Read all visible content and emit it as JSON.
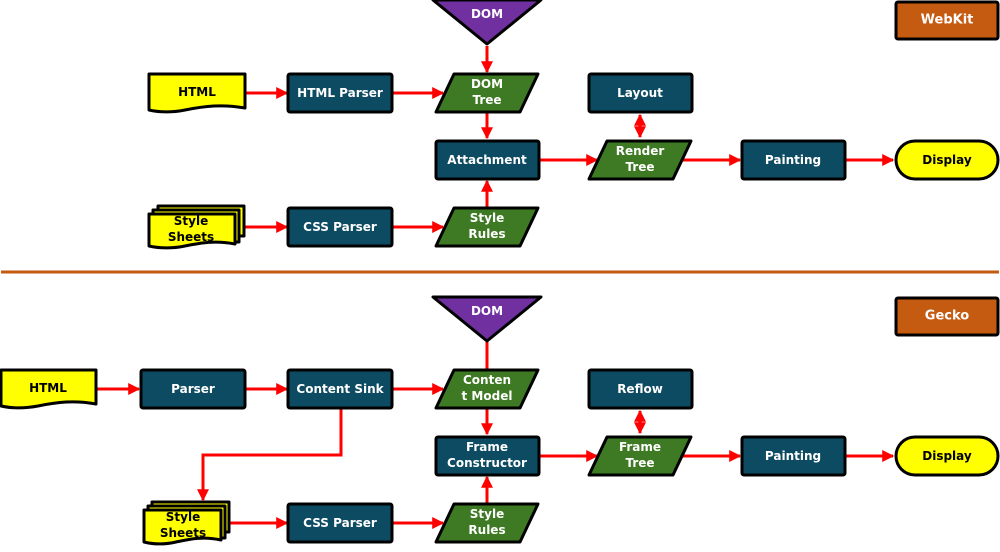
{
  "colors": {
    "process": "#0d4b63",
    "data": "#3e7a23",
    "document": "#ffff00",
    "terminal": "#ffff00",
    "merge": "#7030a0",
    "badge": "#c55a11",
    "divider": "#c55a11",
    "arrow": "#ff0000"
  },
  "webkit": {
    "badge": "WebKit",
    "dom": "DOM",
    "html": "HTML",
    "html_parser": "HTML Parser",
    "dom_tree": [
      "DOM",
      "Tree"
    ],
    "layout": "Layout",
    "attachment": "Attachment",
    "render_tree": [
      "Render",
      "Tree"
    ],
    "painting": "Painting",
    "display": "Display",
    "style_sheets": [
      "Style",
      "Sheets"
    ],
    "css_parser": "CSS Parser",
    "style_rules": [
      "Style",
      "Rules"
    ]
  },
  "gecko": {
    "badge": "Gecko",
    "dom": "DOM",
    "html": "HTML",
    "parser": "Parser",
    "content_sink": "Content Sink",
    "content_model": [
      "Conten",
      "t Model"
    ],
    "reflow": "Reflow",
    "frame_constructor": [
      "Frame",
      "Constructor"
    ],
    "frame_tree": [
      "Frame",
      "Tree"
    ],
    "painting": "Painting",
    "display": "Display",
    "style_sheets": [
      "Style",
      "Sheets"
    ],
    "css_parser": "CSS Parser",
    "style_rules": [
      "Style",
      "Rules"
    ]
  }
}
